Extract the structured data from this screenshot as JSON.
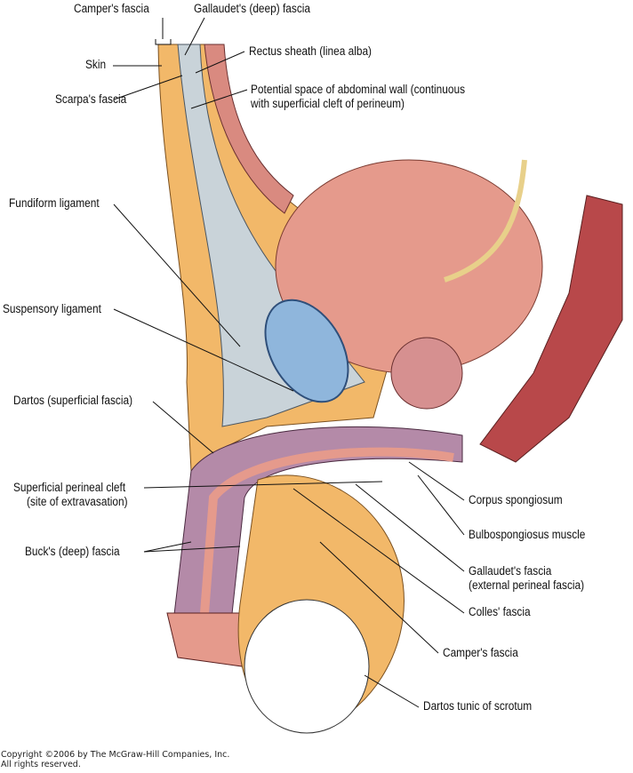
{
  "labels": {
    "campers_fascia_top": "Camper's fascia",
    "gallaudets_deep_fascia": "Gallaudet's (deep) fascia",
    "skin": "Skin",
    "rectus_sheath": "Rectus sheath (linea alba)",
    "scarpas_fascia": "Scarpa's fascia",
    "potential_space_1": "Potential space of abdominal wall (continuous",
    "potential_space_2": "with superficial cleft of perineum)",
    "fundiform_ligament": "Fundiform ligament",
    "suspensory_ligament": "Suspensory ligament",
    "dartos": "Dartos (superficial fascia)",
    "superficial_perineal_cleft_1": "Superficial perineal cleft",
    "superficial_perineal_cleft_2": "(site of extravasation)",
    "bucks_fascia": "Buck's (deep) fascia",
    "corpus_spongiosum": "Corpus spongiosum",
    "bulbospongiosus": "Bulbospongiosus muscle",
    "gallaudets_fascia_1": "Gallaudet's fascia",
    "gallaudets_fascia_2": "(external perineal fascia)",
    "colles_fascia": "Colles' fascia",
    "campers_fascia_bottom": "Camper's fascia",
    "dartos_tunic": "Dartos tunic of scrotum"
  },
  "copyright": {
    "line1": "Copyright ©2006 by The McGraw-Hill Companies, Inc.",
    "line2": "All rights reserved."
  },
  "colors": {
    "fat": "#f2b869",
    "fascia": "#c9d3d9",
    "bladder": "#e59a8c",
    "muscle": "#b8484a",
    "erectile": "#a07a9a",
    "fluid": "#8fb6dc"
  }
}
